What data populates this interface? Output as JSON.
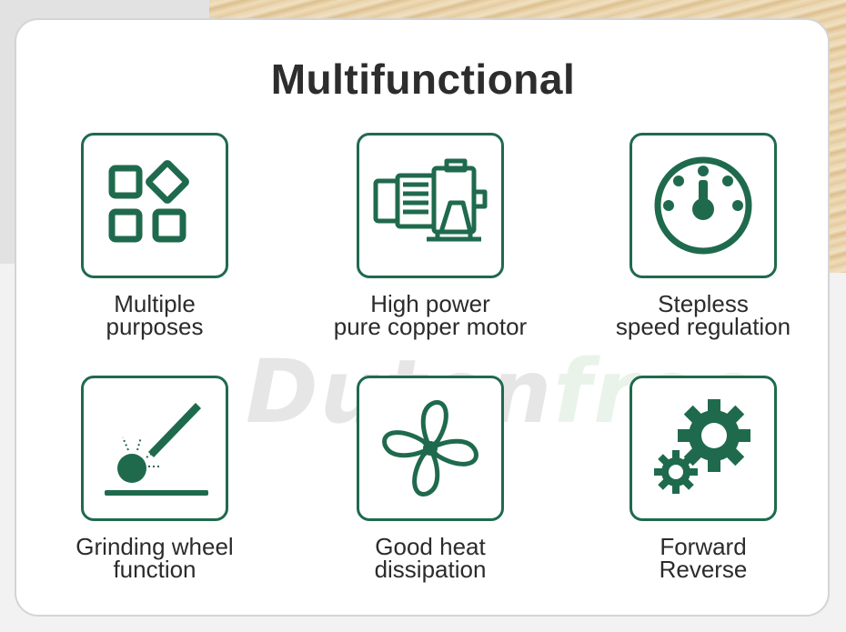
{
  "title": "Multifunctional",
  "watermark": {
    "part1": "Duton",
    "part2": "free"
  },
  "colors": {
    "accent": "#1f6a4d",
    "text": "#2b2b2b",
    "border": "#d4d4d4"
  },
  "features": [
    {
      "icon": "shapes-icon",
      "line1": "Multiple",
      "line2": "purposes"
    },
    {
      "icon": "motor-icon",
      "line1": "High power",
      "line2": "pure copper motor"
    },
    {
      "icon": "speedometer-icon",
      "line1": "Stepless",
      "line2": "speed regulation"
    },
    {
      "icon": "grinding-spark-icon",
      "line1": "Grinding wheel",
      "line2": "function"
    },
    {
      "icon": "fan-icon",
      "line1": "Good heat",
      "line2": "dissipation"
    },
    {
      "icon": "gears-icon",
      "line1": "Forward",
      "line2": "Reverse"
    }
  ]
}
